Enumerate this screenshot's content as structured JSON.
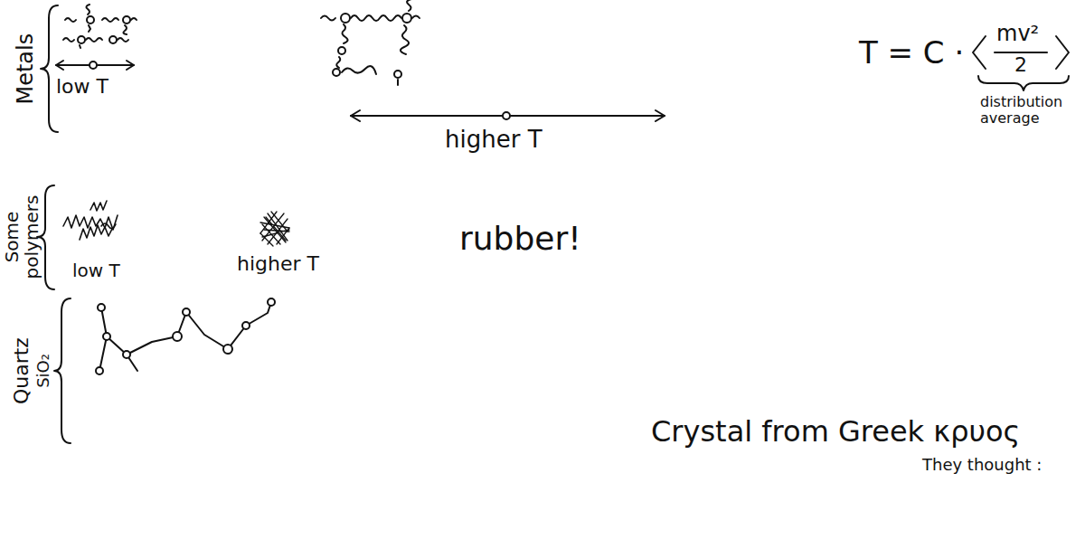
{
  "diagram": {
    "labels": [
      "Metals",
      "low T",
      "higher T",
      "T = C ·",
      "mv²",
      "2",
      "distribution average",
      "Some polymers",
      "low T",
      "higher T",
      "rubber!",
      "Quartz",
      "SiO₂",
      "Crystal from Greek κρυος",
      "They thought :"
    ]
  }
}
